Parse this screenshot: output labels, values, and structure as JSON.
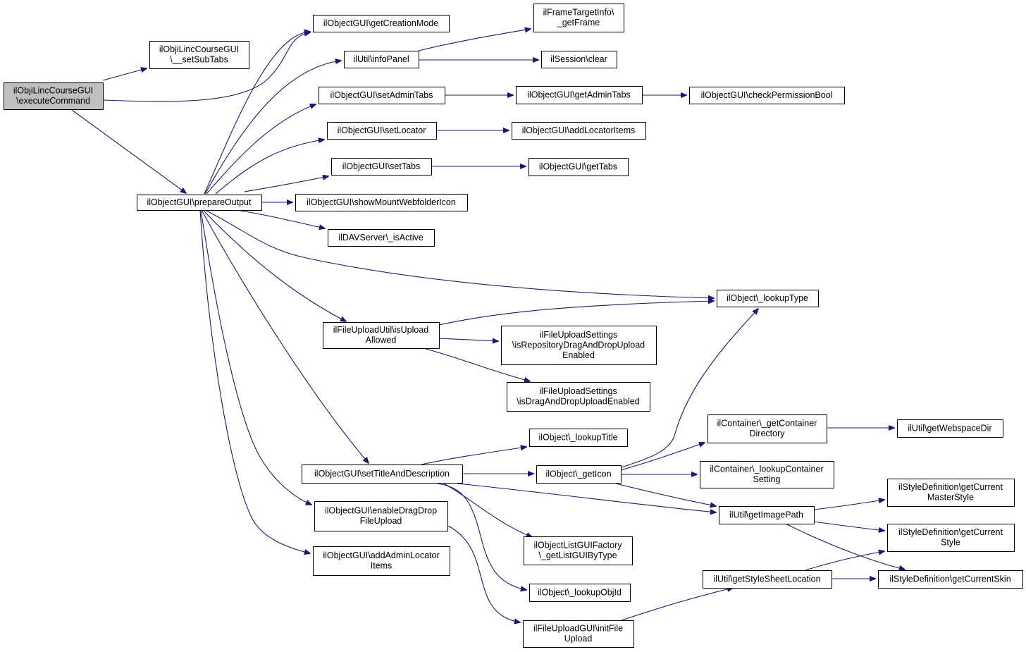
{
  "graph": {
    "nodes": [
      {
        "id": "n0",
        "lines": [
          "ilObjiLincCourseGUI",
          "\\executeCommand"
        ],
        "root": true
      },
      {
        "id": "n1",
        "lines": [
          "ilObjiLincCourseGUI",
          "\\__setSubTabs"
        ]
      },
      {
        "id": "n2",
        "lines": [
          "ilObjectGUI\\prepareOutput"
        ]
      },
      {
        "id": "n3",
        "lines": [
          "ilObjectGUI\\getCreationMode"
        ]
      },
      {
        "id": "n4",
        "lines": [
          "ilUtil\\infoPanel"
        ]
      },
      {
        "id": "n5",
        "lines": [
          "ilObjectGUI\\setAdminTabs"
        ]
      },
      {
        "id": "n6",
        "lines": [
          "ilObjectGUI\\setLocator"
        ]
      },
      {
        "id": "n7",
        "lines": [
          "ilObjectGUI\\setTabs"
        ]
      },
      {
        "id": "n8",
        "lines": [
          "ilObjectGUI\\showMountWebfolderIcon"
        ]
      },
      {
        "id": "n9",
        "lines": [
          "ilDAVServer\\_isActive"
        ]
      },
      {
        "id": "n10",
        "lines": [
          "ilFileUploadUtil\\isUpload",
          "Allowed"
        ]
      },
      {
        "id": "n11",
        "lines": [
          "ilObjectGUI\\setTitleAndDescription"
        ]
      },
      {
        "id": "n12",
        "lines": [
          "ilObjectGUI\\enableDragDrop",
          "FileUpload"
        ]
      },
      {
        "id": "n13",
        "lines": [
          "ilObjectGUI\\addAdminLocator",
          "Items"
        ]
      },
      {
        "id": "n14",
        "lines": [
          "ilFrameTargetInfo\\",
          "_getFrame"
        ]
      },
      {
        "id": "n15",
        "lines": [
          "ilSession\\clear"
        ]
      },
      {
        "id": "n16",
        "lines": [
          "ilObjectGUI\\getAdminTabs"
        ]
      },
      {
        "id": "n17",
        "lines": [
          "ilObjectGUI\\checkPermissionBool"
        ]
      },
      {
        "id": "n18",
        "lines": [
          "ilObjectGUI\\addLocatorItems"
        ]
      },
      {
        "id": "n19",
        "lines": [
          "ilObjectGUI\\getTabs"
        ]
      },
      {
        "id": "n20",
        "lines": [
          "ilObject\\_lookupType"
        ]
      },
      {
        "id": "n21",
        "lines": [
          "ilFileUploadSettings",
          "\\isRepositoryDragAndDropUpload",
          "Enabled"
        ]
      },
      {
        "id": "n22",
        "lines": [
          "ilFileUploadSettings",
          "\\isDragAndDropUploadEnabled"
        ]
      },
      {
        "id": "n23",
        "lines": [
          "ilObject\\_lookupTitle"
        ]
      },
      {
        "id": "n24",
        "lines": [
          "ilObject\\_getIcon"
        ]
      },
      {
        "id": "n25",
        "lines": [
          "ilObjectListGUIFactory",
          "\\_getListGUIByType"
        ]
      },
      {
        "id": "n26",
        "lines": [
          "ilObject\\_lookupObjId"
        ]
      },
      {
        "id": "n27",
        "lines": [
          "ilFileUploadGUI\\initFile",
          "Upload"
        ]
      },
      {
        "id": "n28",
        "lines": [
          "ilContainer\\_getContainer",
          "Directory"
        ]
      },
      {
        "id": "n29",
        "lines": [
          "ilContainer\\_lookupContainer",
          "Setting"
        ]
      },
      {
        "id": "n30",
        "lines": [
          "ilUtil\\getImagePath"
        ]
      },
      {
        "id": "n31",
        "lines": [
          "ilUtil\\getStyleSheetLocation"
        ]
      },
      {
        "id": "n32",
        "lines": [
          "ilUtil\\getWebspaceDir"
        ]
      },
      {
        "id": "n33",
        "lines": [
          "ilStyleDefinition\\getCurrent",
          "MasterStyle"
        ]
      },
      {
        "id": "n34",
        "lines": [
          "ilStyleDefinition\\getCurrent",
          "Style"
        ]
      },
      {
        "id": "n35",
        "lines": [
          "ilStyleDefinition\\getCurrentSkin"
        ]
      }
    ],
    "edges": [
      [
        "n0",
        "n1"
      ],
      [
        "n0",
        "n3"
      ],
      [
        "n0",
        "n2"
      ],
      [
        "n2",
        "n3"
      ],
      [
        "n2",
        "n4"
      ],
      [
        "n2",
        "n5"
      ],
      [
        "n2",
        "n6"
      ],
      [
        "n2",
        "n7"
      ],
      [
        "n2",
        "n8"
      ],
      [
        "n2",
        "n9"
      ],
      [
        "n2",
        "n20"
      ],
      [
        "n2",
        "n10"
      ],
      [
        "n2",
        "n11"
      ],
      [
        "n2",
        "n12"
      ],
      [
        "n2",
        "n13"
      ],
      [
        "n4",
        "n14"
      ],
      [
        "n4",
        "n15"
      ],
      [
        "n5",
        "n16"
      ],
      [
        "n16",
        "n17"
      ],
      [
        "n6",
        "n18"
      ],
      [
        "n7",
        "n19"
      ],
      [
        "n10",
        "n20"
      ],
      [
        "n10",
        "n21"
      ],
      [
        "n10",
        "n22"
      ],
      [
        "n11",
        "n23"
      ],
      [
        "n11",
        "n24"
      ],
      [
        "n11",
        "n30"
      ],
      [
        "n11",
        "n25"
      ],
      [
        "n11",
        "n26"
      ],
      [
        "n12",
        "n27"
      ],
      [
        "n24",
        "n20"
      ],
      [
        "n24",
        "n28"
      ],
      [
        "n24",
        "n29"
      ],
      [
        "n24",
        "n30"
      ],
      [
        "n28",
        "n32"
      ],
      [
        "n30",
        "n33"
      ],
      [
        "n30",
        "n34"
      ],
      [
        "n30",
        "n35"
      ],
      [
        "n27",
        "n31"
      ],
      [
        "n31",
        "n34"
      ],
      [
        "n31",
        "n35"
      ]
    ],
    "colors": {
      "edge": "#191970",
      "root_fill": "#bfbfbf",
      "node_fill": "#ffffff",
      "node_border": "#000000"
    }
  }
}
